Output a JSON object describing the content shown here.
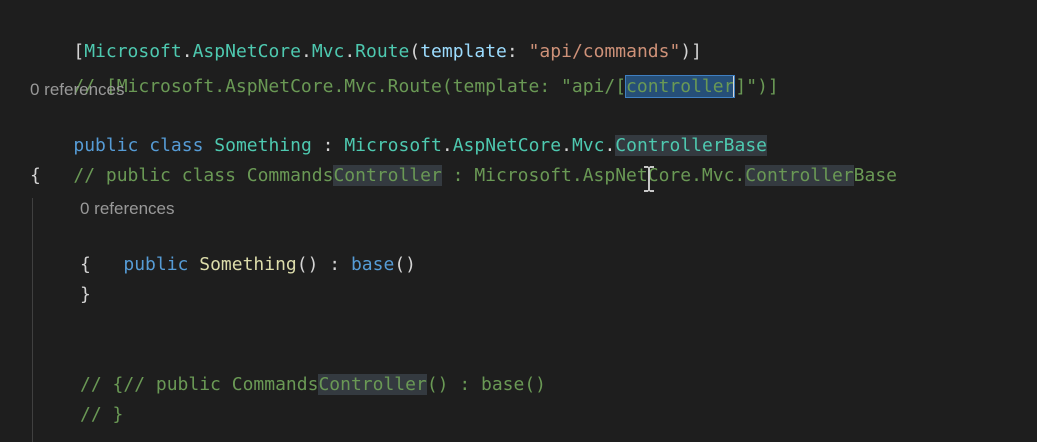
{
  "editor": {
    "lines": {
      "l1": {
        "t0": "[",
        "t1": "Microsoft",
        "t2": ".",
        "t3": "AspNetCore",
        "t4": ".",
        "t5": "Mvc",
        "t6": ".",
        "t7": "Route",
        "t8": "(",
        "t9": "template",
        "t10": ": ",
        "t11": "\"api/commands\"",
        "t12": ")]"
      },
      "l2": {
        "t0": "// [Microsoft.AspNetCore.Mvc.Route(template: \"api/[",
        "t1": "controller",
        "t2": "]\")]"
      },
      "codelens1": "0 references",
      "l3": {
        "t0": "public",
        "t1": " ",
        "t2": "class",
        "t3": " ",
        "t4": "Something",
        "t5": " : ",
        "t6": "Microsoft",
        "t7": ".",
        "t8": "AspNetCore",
        "t9": ".",
        "t10": "Mvc",
        "t11": ".",
        "t12": "ControllerBase"
      },
      "l4": {
        "t0": "// public class Commands",
        "t1": "Controller",
        "t2": " : Microsoft.AspNetCore.Mvc.",
        "t3": "Controller",
        "t4": "Base"
      },
      "l5": "{",
      "codelens2": "0 references",
      "l6": {
        "t0": "public",
        "t1": " ",
        "t2": "Something",
        "t3": "() : ",
        "t4": "base",
        "t5": "()"
      },
      "l7": "{",
      "l8": "}",
      "l9": {
        "t0": "// public Commands",
        "t1": "Controller",
        "t2": "() : base()"
      },
      "l10": "// {",
      "l11": "// }"
    }
  },
  "icons": {
    "text_cursor": "i-beam-cursor-icon"
  },
  "colors": {
    "background": "#1e1e1e",
    "keyword": "#569cd6",
    "type": "#4ec9b0",
    "function": "#dcdcaa",
    "parameter": "#9cdcfe",
    "string": "#ce9178",
    "comment": "#6a9955",
    "selection": "#264f78"
  }
}
